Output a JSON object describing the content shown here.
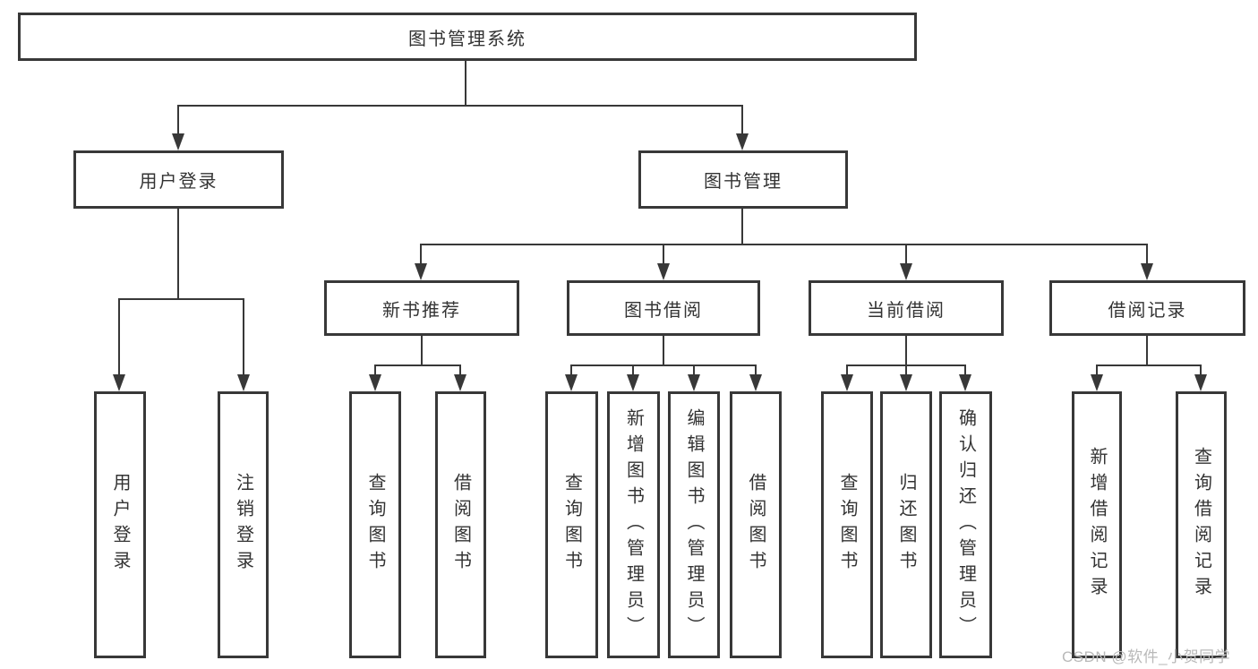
{
  "tree": {
    "root": "图书管理系统",
    "level2": [
      "用户登录",
      "图书管理"
    ],
    "level3": [
      "新书推荐",
      "图书借阅",
      "当前借阅",
      "借阅记录"
    ],
    "leaves": {
      "user_login": [
        "用户登录",
        "注销登录"
      ],
      "new_book_recommend": [
        "查询图书",
        "借阅图书"
      ],
      "book_borrow": [
        "查询图书",
        "新增图书（管理员）",
        "编辑图书（管理员）",
        "借阅图书"
      ],
      "current_borrow": [
        "查询图书",
        "归还图书",
        "确认归还（管理员）"
      ],
      "borrow_record": [
        "新增借阅记录",
        "查询借阅记录"
      ]
    },
    "line_color": "#383838",
    "text_color": "#333333"
  },
  "watermark": {
    "text": "CSDN @软件_小贺同学",
    "color": "#b9b9b9"
  }
}
